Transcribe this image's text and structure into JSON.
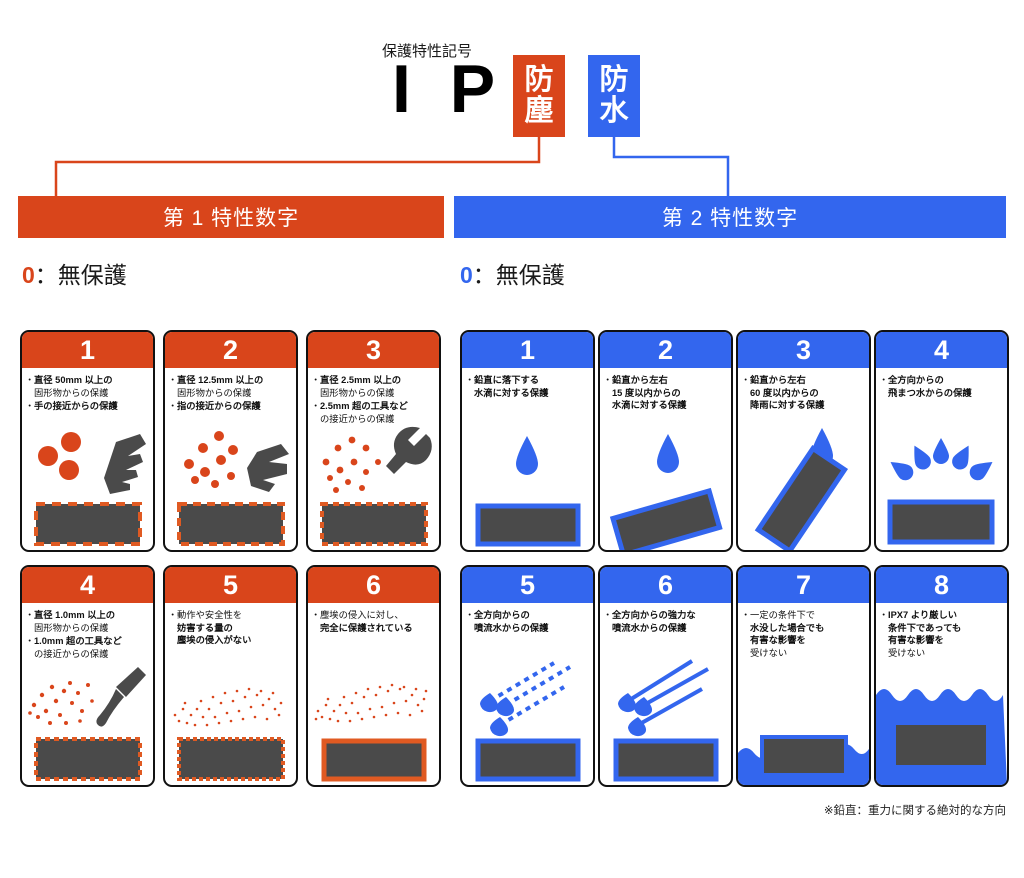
{
  "header": {
    "caption": "保護特性記号",
    "ip_letters": "I P",
    "dust_badge": {
      "line1": "防",
      "line2": "塵"
    },
    "water_badge": {
      "line1": "防",
      "line2": "水"
    }
  },
  "sections": {
    "dust": {
      "title": "第 1 特性数字",
      "zero_num": "0",
      "zero_text": "：無保護",
      "accent": "#D9451B"
    },
    "water": {
      "title": "第 2 特性数字",
      "zero_num": "0",
      "zero_text": "：無保護",
      "accent": "#3366EE"
    }
  },
  "dust_cards": [
    {
      "num": "1",
      "lines": [
        "直径 50mm 以上の",
        "固形物からの保護",
        "手の接近からの保護"
      ]
    },
    {
      "num": "2",
      "lines": [
        "直径 12.5mm 以上の",
        "固形物からの保護",
        "指の接近からの保護"
      ]
    },
    {
      "num": "3",
      "lines": [
        "直径 2.5mm 以上の",
        "固形物からの保護",
        "2.5mm 超の工具など",
        "の接近からの保護"
      ]
    },
    {
      "num": "4",
      "lines": [
        "直径 1.0mm 以上の",
        "固形物からの保護",
        "1.0mm 超の工具など",
        "の接近からの保護"
      ]
    },
    {
      "num": "5",
      "lines": [
        "動作や安全性を",
        "妨害する量の",
        "塵埃の侵入がない"
      ]
    },
    {
      "num": "6",
      "lines": [
        "塵埃の侵入に対し、",
        "完全に保護されている"
      ]
    }
  ],
  "water_cards": [
    {
      "num": "1",
      "lines": [
        "鉛直に落下する",
        "水滴に対する保護"
      ]
    },
    {
      "num": "2",
      "lines": [
        "鉛直から左右",
        "15 度以内からの",
        "水滴に対する保護"
      ]
    },
    {
      "num": "3",
      "lines": [
        "鉛直から左右",
        "60 度以内からの",
        "降雨に対する保護"
      ]
    },
    {
      "num": "4",
      "lines": [
        "全方向からの",
        "飛まつ水からの保護"
      ]
    },
    {
      "num": "5",
      "lines": [
        "全方向からの",
        "噴流水からの保護"
      ]
    },
    {
      "num": "6",
      "lines": [
        "全方向からの強力な",
        "噴流水からの保護"
      ]
    },
    {
      "num": "7",
      "lines": [
        "一定の条件下で",
        "水没した場合でも",
        "有害な影響を",
        "受けない"
      ]
    },
    {
      "num": "8",
      "lines": [
        "IPX7 より厳しい",
        "条件下であっても",
        "有害な影響を",
        "受けない"
      ]
    }
  ],
  "footnote": "※鉛直：重力に関する絶対的な方向",
  "colors": {
    "orange": "#D9451B",
    "blue": "#3366EE",
    "device_gray": "#4A4A4A",
    "black": "#111111"
  }
}
